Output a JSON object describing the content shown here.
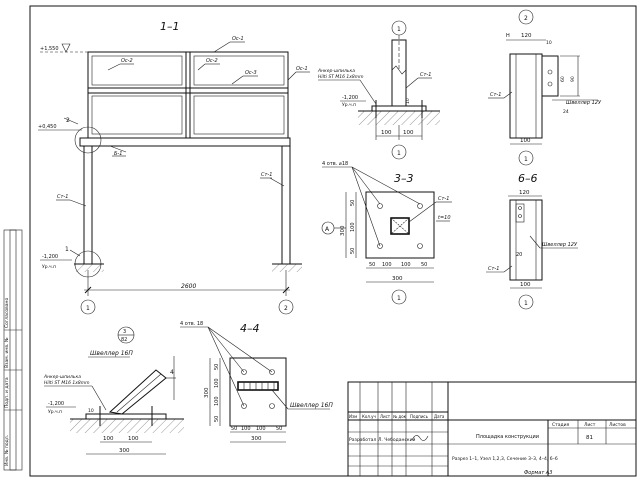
{
  "view_1_1": {
    "title": "1–1",
    "level_top": "+1,550",
    "level_mid": "+0,450",
    "level_base": "-1,200",
    "base_sub": "Ур.ч.п",
    "labels": {
      "os1": "Ос-1",
      "os2a": "Ос-2",
      "os2b": "Ос-2",
      "os3": "Ос-3",
      "os1b": "Ос-1",
      "st1a": "Ст-1",
      "st1b": "Ст-1",
      "bl1": "Б-1"
    },
    "callout_2": "2",
    "callout_1": "1",
    "dim_span": "2600",
    "axis_1": "1",
    "axis_2": "2"
  },
  "view_node_1": {
    "circle": "1",
    "anchor_note_1": "Анкер-шпилька",
    "anchor_note_2": "Hilti ST M16 1x8mm",
    "level": "-1,200",
    "level_sub": "Ур.ч.п",
    "st": "Ст-1",
    "dim_a": "100",
    "dim_b": "100",
    "dim_side": "10",
    "axis": "1"
  },
  "view_node_2": {
    "circle": "2",
    "dim_top": "120",
    "dim_10": "10",
    "h_label": "Н",
    "dim_60": "60",
    "dim_90": "90",
    "dim_24": "24",
    "st": "Ст-1",
    "channel": "Швеллер 12У",
    "dim_bottom": "100",
    "axis": "1"
  },
  "view_3_3": {
    "title": "3–3",
    "holes": "4 отв. ⌀18",
    "st": "Ст-1",
    "t": "t=10",
    "callout_a": "A",
    "side_dim": "300",
    "dims_v": [
      "50",
      "100",
      "50"
    ],
    "dims_h": [
      "50",
      "100",
      "100",
      "50"
    ],
    "total": "300",
    "axis": "1"
  },
  "view_6_6": {
    "title": "6–6",
    "dim_top": "120",
    "channel": "Швеллер 12У",
    "dim_20": "20",
    "st": "Ст-1",
    "dim_bottom": "100",
    "axis": "1"
  },
  "view_callout_82": {
    "top": "3",
    "bottom": "82"
  },
  "view_node_3": {
    "channel": "Швеллер 16П",
    "anchor_note_1": "Анкер-шпилька",
    "anchor_note_2": "Hilti ST M16 1x8mm",
    "level": "-1,200",
    "level_sub": "Ур.ч.п",
    "dim_10": "10",
    "dims": [
      "100",
      "100"
    ],
    "total": "300",
    "mark4": "4"
  },
  "view_4_4": {
    "title": "4–4",
    "holes": "4 отв. 18",
    "channel": "Швеллер 16П",
    "dims_v": [
      "50",
      "100",
      "100",
      "50"
    ],
    "side": "300",
    "dims_h": [
      "50",
      "100",
      "100",
      "50"
    ],
    "total": "300"
  },
  "title_block": {
    "columns": [
      "Изм",
      "Кол.уч",
      "Лист",
      "№ док",
      "Подпись",
      "Дата"
    ],
    "developer_label": "Разработал",
    "developer_name": "Л. Чебоданский",
    "doc_title": "Площадка конструкции",
    "doc_desc": "Разрез 1–1, Узел 1,2,3, Сечение 3–3, 4–4, 6–6",
    "stage_label": "Стадия",
    "sheet_label": "Лист",
    "sheets_label": "Листов",
    "sheet_value": "81",
    "format": "Формат А3"
  },
  "margin_stamp": {
    "items": [
      "Согласовано",
      "Взам. инв. №",
      "Подп. и дата",
      "Инв. № подл."
    ]
  }
}
